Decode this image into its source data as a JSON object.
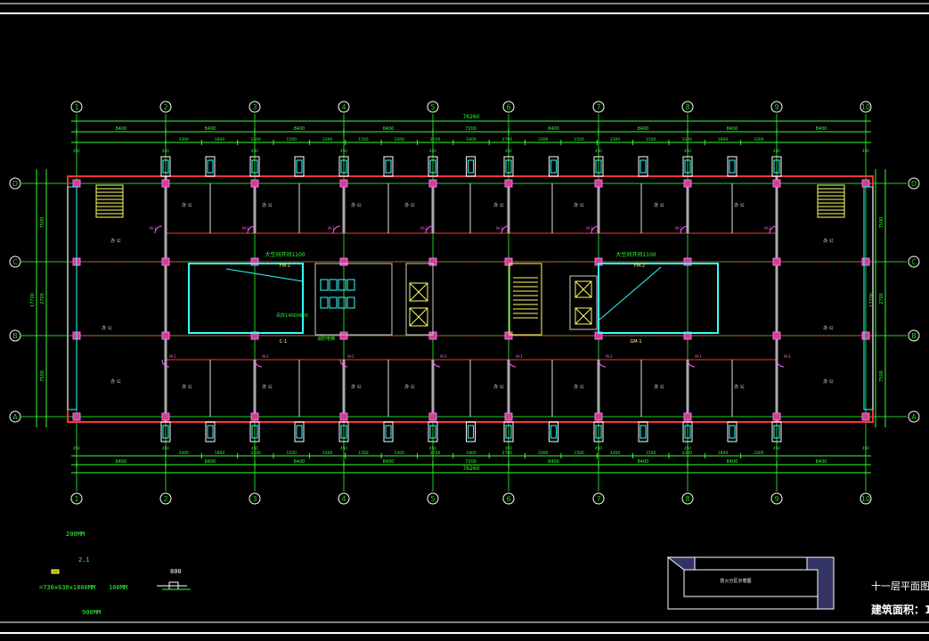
{
  "sheet": {
    "title": "十一层平面图",
    "area_label": "建筑面积：1"
  },
  "axes": {
    "columns": [
      "1",
      "2",
      "3",
      "4",
      "5",
      "6",
      "7",
      "8",
      "9",
      "10"
    ],
    "rows": [
      "D",
      "C",
      "B",
      "A"
    ]
  },
  "dimensions": {
    "overall": "76260",
    "bays": [
      "8400",
      "8400",
      "8400",
      "8400",
      "7200",
      "8400",
      "8400",
      "8400",
      "8400"
    ],
    "sub": [
      "3300",
      "1800",
      "3300",
      "1500",
      "3300",
      "1500",
      "3300",
      "2700",
      "1800",
      "2700",
      "3300",
      "1500",
      "3300",
      "1500",
      "3300",
      "1800",
      "3300"
    ],
    "row_depths": [
      "7500",
      "2700",
      "7500"
    ],
    "row_total": "17700",
    "pier": "450"
  },
  "room_labels": {
    "office": "办 公",
    "elevator_note": "消防电梯",
    "core_note": "大空间开间1100",
    "shaft_note": "风井1400X600"
  },
  "door_tags": [
    "M-1",
    "M-2",
    "FM-1",
    "FM-2",
    "C-1",
    "GM-1"
  ],
  "legend": {
    "wall_thickness": "200MM",
    "ratio": "2.1",
    "window_size": "=730x630x1800MM",
    "sill": "100MM",
    "bar_label": "800",
    "base": "900MM"
  },
  "inset": {
    "label": "防火分区示意图"
  },
  "colors": {
    "background": "#000000",
    "column_axis": "#22cc22",
    "wall": "#ff3333",
    "window": "#33ffff",
    "dimension": "#33ff33",
    "frame": "#ffffff",
    "axis_bubble": "#ffffff",
    "door": "#ff66ff",
    "stair": "#ffff66"
  }
}
